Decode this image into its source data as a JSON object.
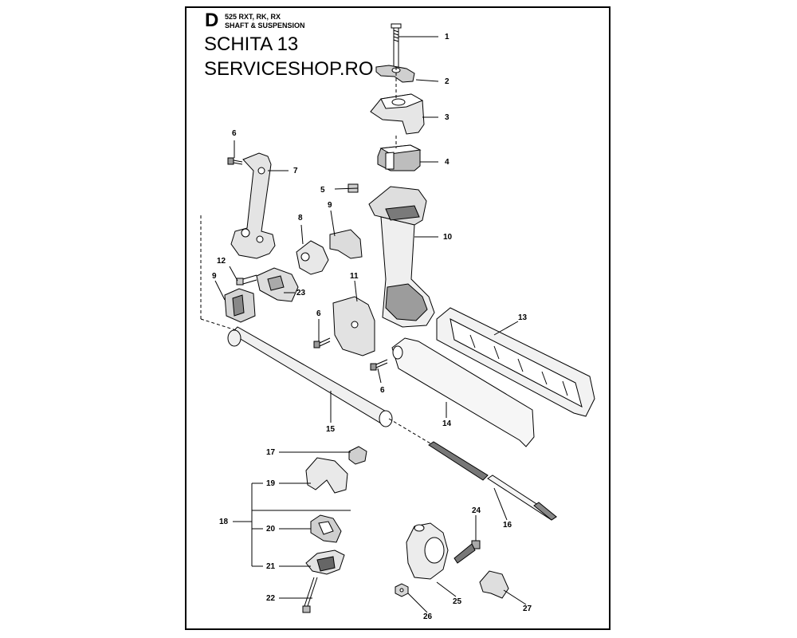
{
  "header": {
    "section_letter": "D",
    "model": "525 RXT, RK, RX",
    "section_title": "SHAFT & SUSPENSION",
    "schita": "SCHITA 13",
    "shop": "SERVICESHOP.RO"
  },
  "callouts": {
    "c1": "1",
    "c2": "2",
    "c3": "3",
    "c4": "4",
    "c5": "5",
    "c6a": "6",
    "c6b": "6",
    "c6c": "6",
    "c7": "7",
    "c8": "8",
    "c9a": "9",
    "c9b": "9",
    "c10": "10",
    "c11": "11",
    "c12": "12",
    "c13": "13",
    "c14": "14",
    "c15": "15",
    "c16": "16",
    "c17": "17",
    "c18": "18",
    "c19": "19",
    "c20": "20",
    "c21": "21",
    "c22": "22",
    "c23": "23",
    "c24": "24",
    "c25": "25",
    "c26": "26",
    "c27": "27"
  }
}
